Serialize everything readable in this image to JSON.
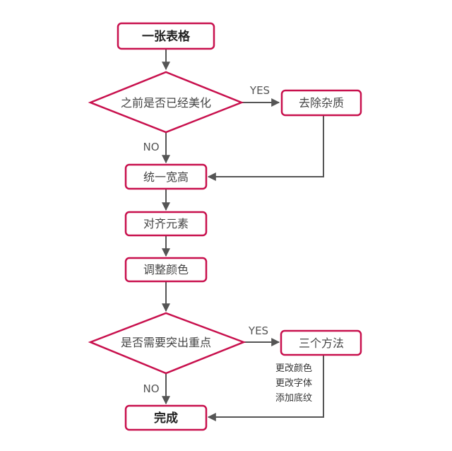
{
  "nodes": {
    "start": "一张表格",
    "decision1": "之前是否已经美化",
    "clean": "去除杂质",
    "unify": "统一宽高",
    "align": "对齐元素",
    "color": "调整颜色",
    "decision2": "是否需要突出重点",
    "methods": "三个方法",
    "end": "完成"
  },
  "edge_labels": {
    "d1_yes": "YES",
    "d1_no": "NO",
    "d2_yes": "YES",
    "d2_no": "NO"
  },
  "methods_list": [
    "更改颜色",
    "更改字体",
    "添加底纹"
  ],
  "colors": {
    "accent": "#c8104d",
    "line": "#555555",
    "text": "#444444"
  }
}
